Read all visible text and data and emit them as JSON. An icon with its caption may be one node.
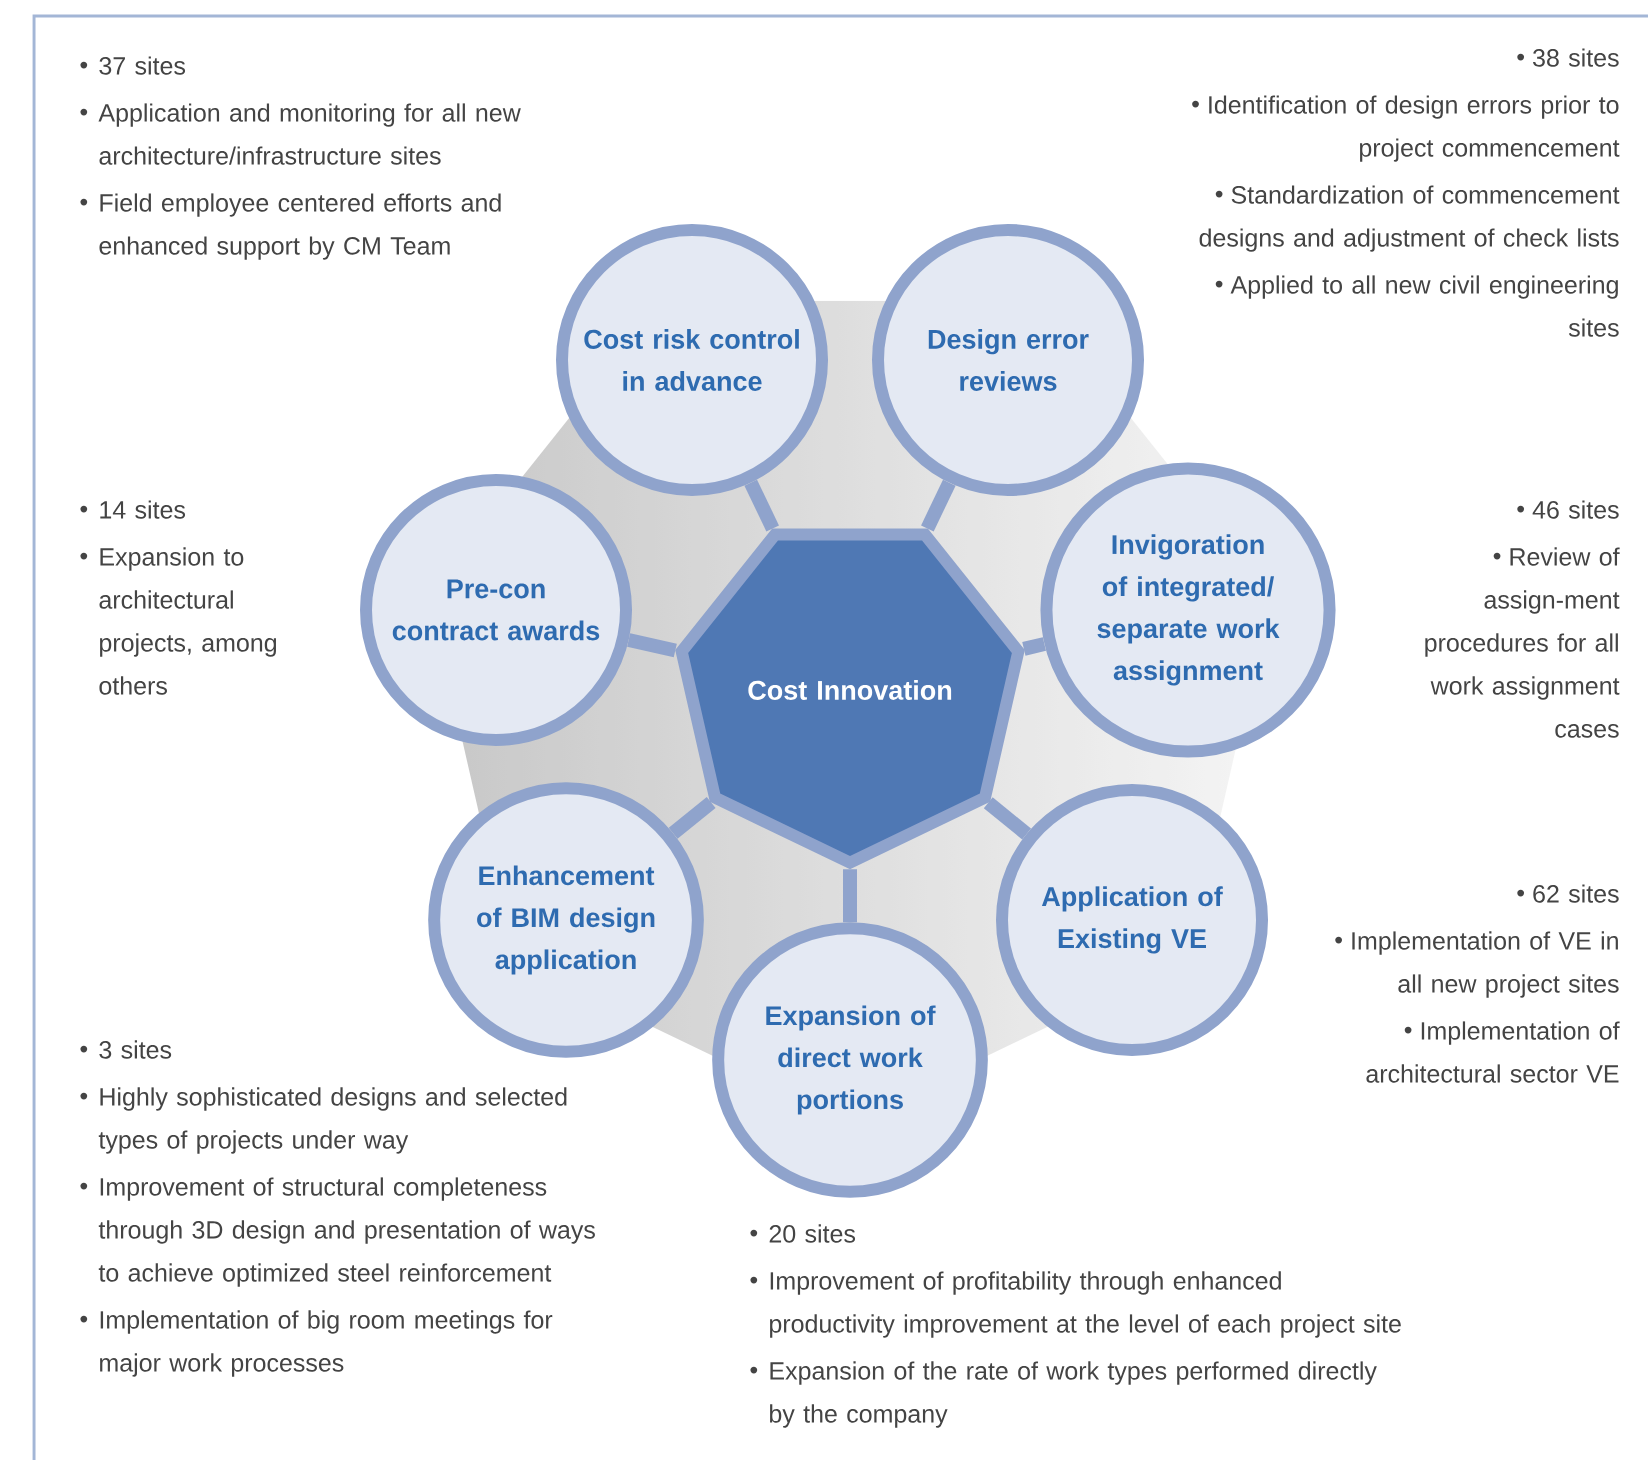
{
  "diagram": {
    "nodes": [
      {
        "text": [
          "Cost Innovation"
        ]
      },
      {
        "text": [
          "Cost risk control in advance"
        ],
        "beside": [
          "37 sites",
          "Application and monitoring for all new architecture/infrastructure sites",
          "Field employee centered efforts and enhanced support by CM Team"
        ]
      },
      {
        "text": [
          "Design error reviews"
        ],
        "beside": [
          "38 sites",
          "Identification of design errors prior to project commencement",
          "Standardization of commencement designs and adjustment of check lists",
          "Applied to all new civil engineering sites"
        ]
      },
      {
        "text": [
          "Pre-con contract awards"
        ],
        "beside": [
          "14 sites",
          "Expansion to architectural projects, among others"
        ]
      },
      {
        "text": [
          "Invigoration of integrated/ separate work assignment"
        ],
        "beside": [
          "46 sites",
          "Review of assign-ment procedures for all work assignment cases"
        ]
      },
      {
        "text": [
          "Enhancement of BIM design application"
        ],
        "beside": [
          "3 sites",
          "Highly sophisticated designs and selected types of projects under way",
          "Improvement of structural completeness through 3D design and presentation of ways to achieve optimized steel reinforcement",
          "Implementation of big room meetings for major work processes"
        ]
      },
      {
        "text": [
          "Application of Existing VE"
        ],
        "beside": [
          "62 sites",
          "Implementation of VE in all new project sites",
          "Implementation of architectural sector VE"
        ]
      },
      {
        "text": [
          "Expansion of direct work portions"
        ],
        "beside": [
          "20 sites",
          "Improvement of profitability through enhanced productivity improvement at the level of each project site",
          "Expansion of the rate of work types performed directly by the company"
        ]
      }
    ],
    "edges": [
      {
        "from": 0,
        "to": 1,
        "arrow": "none"
      },
      {
        "from": 0,
        "to": 2,
        "arrow": "none"
      },
      {
        "from": 0,
        "to": 3,
        "arrow": "none"
      },
      {
        "from": 0,
        "to": 4,
        "arrow": "none"
      },
      {
        "from": 0,
        "to": 5,
        "arrow": "none"
      },
      {
        "from": 0,
        "to": 6,
        "arrow": "none"
      },
      {
        "from": 0,
        "to": 7,
        "arrow": "none"
      }
    ]
  }
}
